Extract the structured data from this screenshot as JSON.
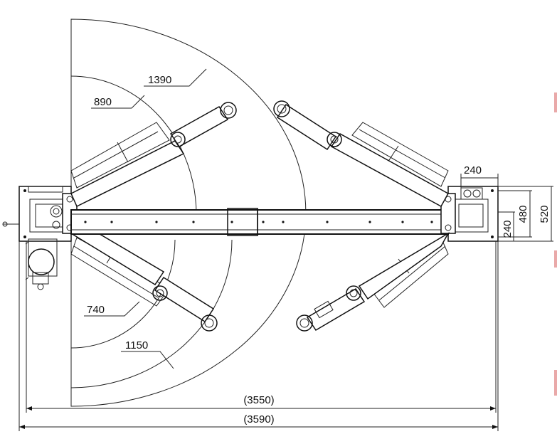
{
  "dimensions": {
    "outer_radius": "1390",
    "inner_radius": "890",
    "lower_inner_radius": "740",
    "lower_outer_radius": "1150",
    "arm_pad_offset": "240",
    "column_width_outer": "520",
    "column_width_inner": "480",
    "column_offset": "240",
    "inner_span": "(3550)",
    "overall_span": "(3590)"
  }
}
